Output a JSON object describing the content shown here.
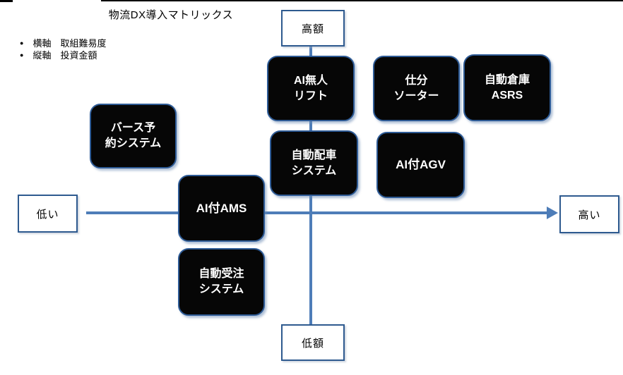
{
  "title": "物流DX導入マトリックス",
  "legend": {
    "bullet": "●",
    "items": [
      {
        "label": "横軸　取組難易度"
      },
      {
        "label": "縦軸　投資金額"
      }
    ]
  },
  "axis_labels": {
    "top": "高額",
    "bottom": "低額",
    "left": "低い",
    "right": "高い"
  },
  "matrix_items": [
    {
      "name": "バース予約システム",
      "lines": [
        "バース予",
        "約システム"
      ]
    },
    {
      "name": "AI無人リフト",
      "lines": [
        "AI無人",
        "リフト"
      ]
    },
    {
      "name": "仕分ソーター",
      "lines": [
        "仕分",
        "ソーター"
      ]
    },
    {
      "name": "自動倉庫ASRS",
      "lines": [
        "自動倉庫",
        "ASRS"
      ]
    },
    {
      "name": "自動配車システム",
      "lines": [
        "自動配車",
        "システム"
      ]
    },
    {
      "name": "AI付AGV",
      "lines": [
        "AI付AGV"
      ]
    },
    {
      "name": "AI付AMS",
      "lines": [
        "AI付AMS"
      ]
    },
    {
      "name": "自動受注システム",
      "lines": [
        "自動受注",
        "システム"
      ]
    }
  ],
  "colors": {
    "axis_line_blue": "#4E7DB8",
    "node_border_blue": "#2E5B96",
    "node_fill_black": "#060606",
    "label_box_border_blue": "#2E5A8F"
  }
}
